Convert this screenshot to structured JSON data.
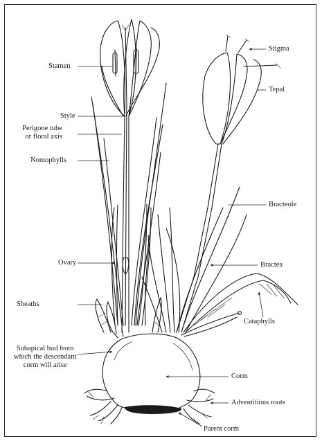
{
  "labels": {
    "stamen": "Stamen",
    "style": "Style",
    "perigone": [
      "Perigone tube",
      "or floral axis"
    ],
    "nomophylls": "Nomophylls",
    "ovary": "Ovary",
    "sheaths": "Sheaths",
    "subapical": [
      "Subapical bud from",
      "which the descendant",
      "corm will arise"
    ],
    "stigma": "Stigma",
    "tepal": "Tepal",
    "bracteole": "Bracteole",
    "bractea": "Bractea",
    "cataphylls": "Cataphylls",
    "corm": "Corm",
    "adventitious": "Adventitious roots",
    "parent_corm": "Parent corm"
  },
  "colors": {
    "ink": "#1a1a1a",
    "background": "#ffffff",
    "frame": "#333333"
  }
}
